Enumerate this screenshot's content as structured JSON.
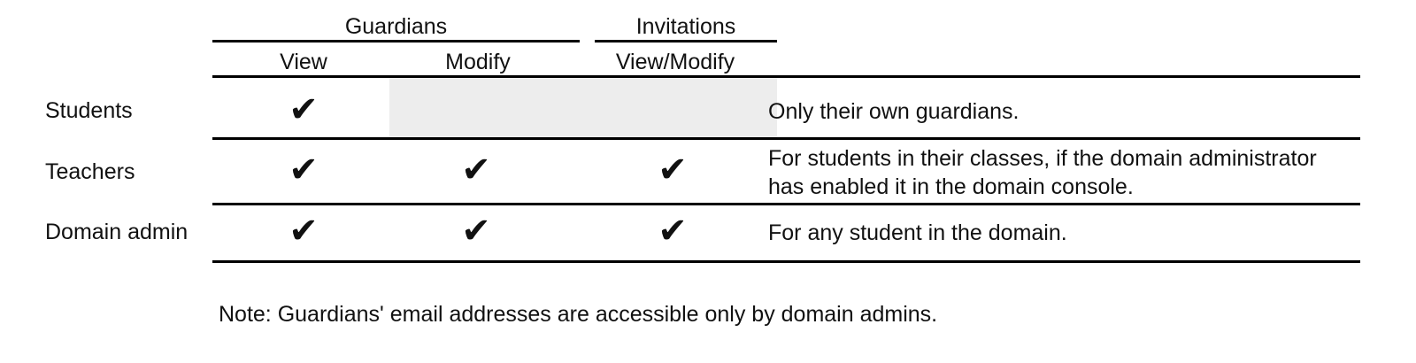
{
  "table": {
    "column_groups": [
      {
        "label": "Guardians",
        "spans": [
          "View",
          "Modify"
        ]
      },
      {
        "label": "Invitations",
        "spans": [
          "View/Modify"
        ]
      }
    ],
    "sub_headers": {
      "guardians_view": "View",
      "guardians_modify": "Modify",
      "invitations_view_modify": "View/Modify"
    },
    "rows": [
      {
        "label": "Students",
        "guardians_view": "✔",
        "guardians_modify": "",
        "invitations_view_modify": "",
        "guardians_modify_shaded": true,
        "description": "Only their own guardians."
      },
      {
        "label": "Teachers",
        "guardians_view": "✔",
        "guardians_modify": "✔",
        "invitations_view_modify": "✔",
        "guardians_modify_shaded": false,
        "description": "For students in their classes, if the domain administrator has enabled it in the domain console."
      },
      {
        "label": "Domain admin",
        "guardians_view": "✔",
        "guardians_modify": "✔",
        "invitations_view_modify": "✔",
        "guardians_modify_shaded": false,
        "description": "For any student in the domain."
      }
    ]
  },
  "footnote": "Note: Guardians' email addresses are accessible only by domain admins.",
  "colors": {
    "text": "#111111",
    "rule": "#000000",
    "shaded_cell": "#ededed",
    "background": "#ffffff"
  },
  "icons": {
    "check": "check-mark-icon"
  }
}
